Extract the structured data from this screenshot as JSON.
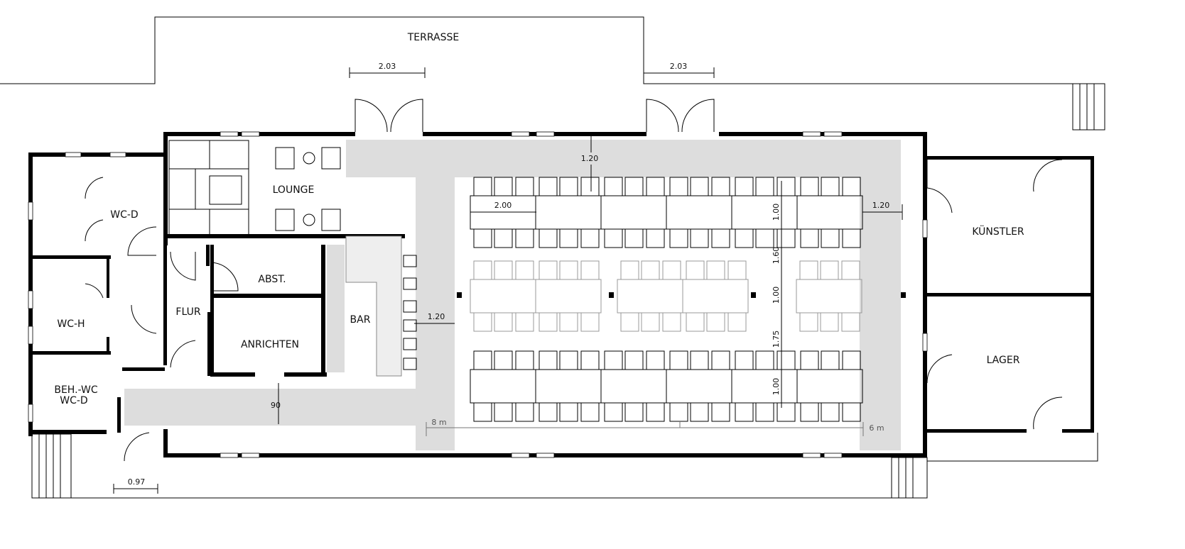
{
  "plan": {
    "rooms": {
      "terrasse": "TERRASSE",
      "lounge": "LOUNGE",
      "wc_d": "WC-D",
      "wc_h": "WC-H",
      "beh_wc": "BEH.-WC",
      "beh_wc_d": "WC-D",
      "flur": "FLUR",
      "abst": "ABST.",
      "anrichten": "ANRICHTEN",
      "bar": "BAR",
      "kuenstler": "KÜNSTLER",
      "lager": "LAGER"
    },
    "dimensions": {
      "door_left": "2.03",
      "door_right": "2.03",
      "top_aisle": "1.20",
      "table_length": "2.00",
      "right_aisle": "1.20",
      "bar_aisle": "1.20",
      "row1_depth": "1.00",
      "gap1": "1.60",
      "row2_depth": "1.00",
      "gap2": "1.75",
      "row3_depth": "1.00",
      "passage": "90",
      "entry_door": "0.97",
      "scale_left": "8 m",
      "scale_right": "6 m"
    },
    "colors": {
      "wall": "#000000",
      "circulation": "#dddddd",
      "optional_tables": "#999999"
    }
  }
}
